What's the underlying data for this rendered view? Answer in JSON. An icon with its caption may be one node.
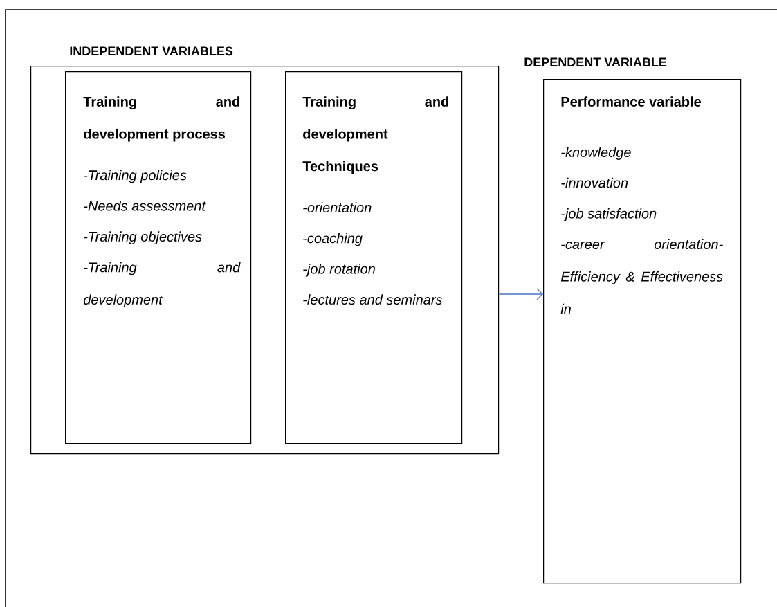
{
  "diagram": {
    "nodes": [
      {
        "text": [
          "INDEPENDENT VARIABLES"
        ]
      },
      {
        "text": [
          "Training and development process",
          "-Training policies",
          "-Needs assessment",
          "-Training objectives",
          "-Training and development"
        ],
        "in": 0
      },
      {
        "text": [
          "Training and development Techniques",
          "-orientation",
          "-coaching",
          "-job rotation",
          "-lectures and seminars"
        ],
        "in": 0
      },
      {
        "text": [
          "DEPENDENT VARIABLE",
          "Performance variable",
          "-knowledge",
          "-innovation",
          "-job satisfaction",
          "-career orientation-Efficiency & Effectiveness in"
        ]
      }
    ],
    "edges": [
      {
        "from": 0,
        "to": 3,
        "arrow": "to",
        "color": "#4472c4"
      }
    ]
  }
}
